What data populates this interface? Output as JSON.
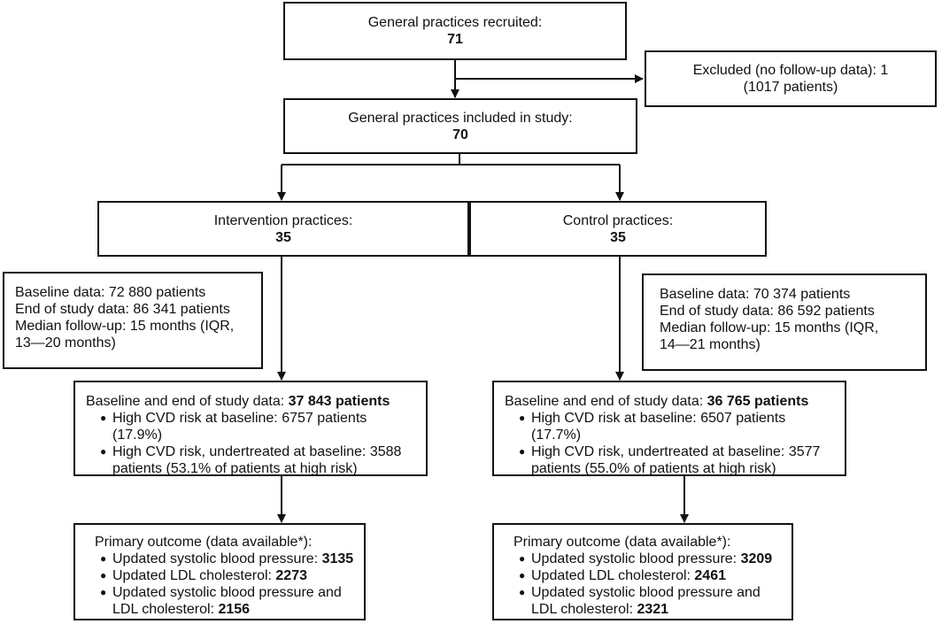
{
  "recruited": {
    "label": "General practices recruited:",
    "count": "71"
  },
  "excluded": {
    "line1": "Excluded (no follow-up data): 1",
    "line2": "(1017 patients)"
  },
  "included": {
    "label": "General practices included in study:",
    "count": "70"
  },
  "intervention": {
    "header": {
      "label": "Intervention practices:",
      "count": "35"
    },
    "summary": {
      "line1": "Baseline data: 72 880 patients",
      "line2": "End of study data: 86 341 patients",
      "line3": "Median follow-up: 15 months (IQR,",
      "line4": "13—20 months)"
    },
    "study": {
      "lead": "Baseline and end of study data: ",
      "lead_value": "37 843 patients",
      "bullet1": "High CVD risk at baseline: 6757 patients (17.9%)",
      "bullet2": "High CVD risk, undertreated at baseline: 3588 patients (53.1% of patients at high risk)"
    },
    "outcome": {
      "title": "Primary outcome (data available*):",
      "sbp_label": "Updated systolic blood pressure: ",
      "sbp_value": "3135",
      "ldl_label": "Updated LDL cholesterol: ",
      "ldl_value": "2273",
      "both_label": "Updated systolic blood pressure and LDL cholesterol: ",
      "both_value": "2156"
    }
  },
  "control": {
    "header": {
      "label": "Control practices:",
      "count": "35"
    },
    "summary": {
      "line1": "Baseline data: 70 374 patients",
      "line2": "End of study data: 86 592 patients",
      "line3": "Median follow-up: 15 months (IQR,",
      "line4": "14—21 months)"
    },
    "study": {
      "lead": "Baseline and end of study data: ",
      "lead_value": "36 765 patients",
      "bullet1": "High CVD risk at baseline: 6507 patients (17.7%)",
      "bullet2": "High CVD risk, undertreated at baseline: 3577 patients (55.0% of patients at high risk)"
    },
    "outcome": {
      "title": "Primary outcome (data available*):",
      "sbp_label": "Updated systolic blood pressure: ",
      "sbp_value": "3209",
      "ldl_label": "Updated LDL cholesterol: ",
      "ldl_value": "2461",
      "both_label": "Updated systolic blood pressure and LDL cholesterol: ",
      "both_value": "2321"
    }
  }
}
